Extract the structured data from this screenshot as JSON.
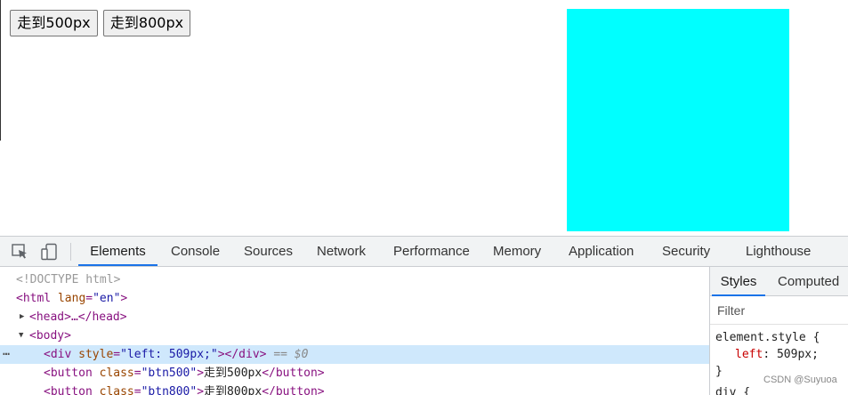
{
  "page": {
    "buttons": [
      {
        "label": "走到500px"
      },
      {
        "label": "走到800px"
      }
    ],
    "box_color": "#00ffff"
  },
  "devtools": {
    "toolbar_icons": [
      "inspect-element-icon",
      "device-toolbar-icon"
    ],
    "tabs": [
      "Elements",
      "Console",
      "Sources",
      "Network",
      "Performance",
      "Memory",
      "Application",
      "Security",
      "Lighthouse"
    ],
    "active_tab": "Elements",
    "accent_color": "#1a73e8",
    "dom": {
      "doctype": "<!DOCTYPE html>",
      "html_open": "<html",
      "html_attr": "lang",
      "html_val": "\"en\"",
      "html_close": ">",
      "head": "<head>…</head>",
      "body": "<body>",
      "div_open": "<div",
      "div_attr": "style",
      "div_val": "\"left: 509px;\"",
      "div_close": "></div>",
      "selected_marker": "== $0",
      "btn1_open": "<button",
      "btn1_attr": "class",
      "btn1_val": "\"btn500\"",
      "btn1_gt": ">",
      "btn1_text": "走到500px",
      "btn1_close": "</button>",
      "btn2_open": "<button",
      "btn2_attr": "class",
      "btn2_val": "\"btn800\"",
      "btn2_gt": ">",
      "btn2_text": "走到800px",
      "btn2_close": "</button>"
    },
    "sidebar": {
      "tabs": [
        "Styles",
        "Computed"
      ],
      "active_tab": "Styles",
      "filter_placeholder": "Filter",
      "rule_selector": "element.style {",
      "rule_prop": "left",
      "rule_value": "509px;",
      "rule_close": "}",
      "next_rule": "div {"
    }
  },
  "watermark": "CSDN @Suyuoa"
}
